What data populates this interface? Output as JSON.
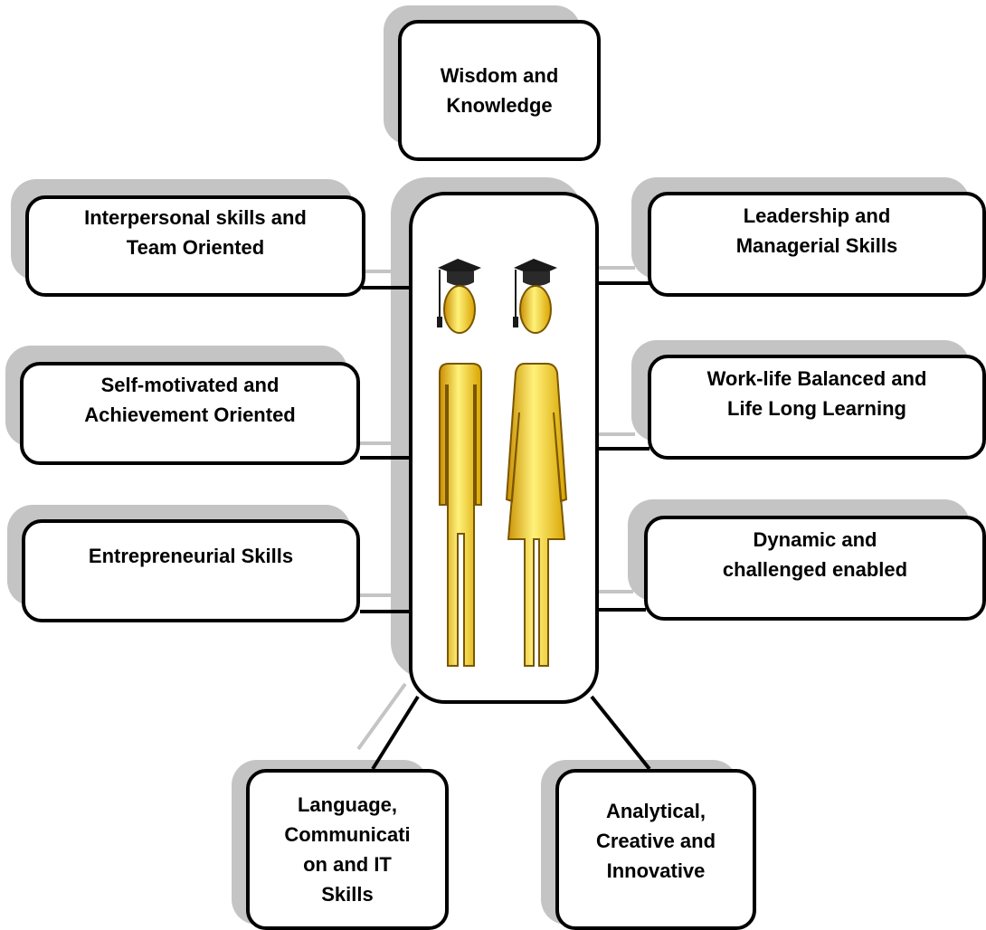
{
  "colors": {
    "border": "#000000",
    "shadow": "#c4c4c4",
    "figure_gold": "#f2c100",
    "figure_gold_light": "#fff27a",
    "cap": "#1a1a1a"
  },
  "center": {
    "icons": [
      "graduate-male-icon",
      "graduate-female-icon"
    ]
  },
  "nodes": {
    "top": [
      "Wisdom and",
      "Knowledge"
    ],
    "left_1": [
      "Interpersonal skills and",
      "Team Oriented"
    ],
    "left_2": [
      "Self-motivated and",
      "Achievement Oriented"
    ],
    "left_3": [
      "Entrepreneurial Skills"
    ],
    "right_1": [
      "Leadership and",
      "Managerial Skills"
    ],
    "right_2": [
      "Work-life Balanced and",
      "Life Long Learning"
    ],
    "right_3": [
      "Dynamic and",
      "challenged enabled"
    ],
    "bottom_left": [
      "Language,",
      "Communicati",
      "on and IT",
      "Skills"
    ],
    "bottom_right": [
      "Analytical,",
      "Creative and",
      "Innovative"
    ]
  }
}
